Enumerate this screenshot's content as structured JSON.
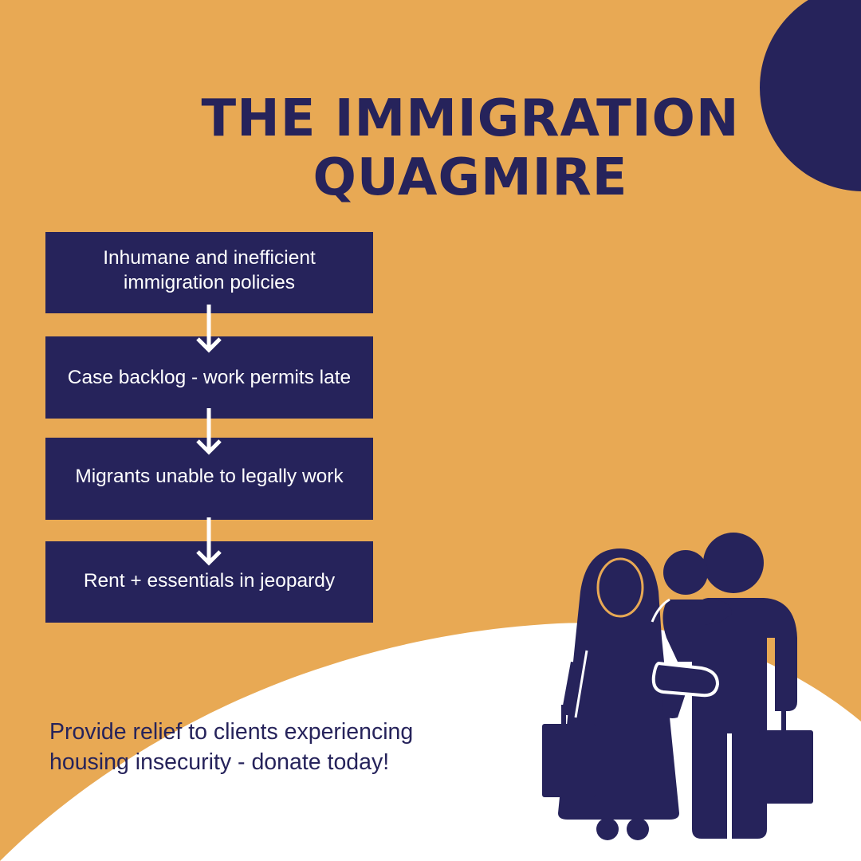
{
  "title": {
    "line1": "THE IMMIGRATION",
    "line2": "QUAGMIRE"
  },
  "flow_steps": [
    {
      "label": "Inhumane and inefficient immigration policies"
    },
    {
      "label": "Case backlog - work permits late"
    },
    {
      "label": "Migrants unable to legally work"
    },
    {
      "label": "Rent + essentials in jeopardy"
    }
  ],
  "call_to_action": {
    "line1": "Provide relief to clients experiencing",
    "line2": "housing insecurity - donate today!"
  },
  "colors": {
    "background": "#E8A954",
    "navy": "#26235B",
    "white": "#FFFFFF"
  },
  "icons": [
    "family-with-luggage-icon",
    "down-arrow-icon"
  ]
}
